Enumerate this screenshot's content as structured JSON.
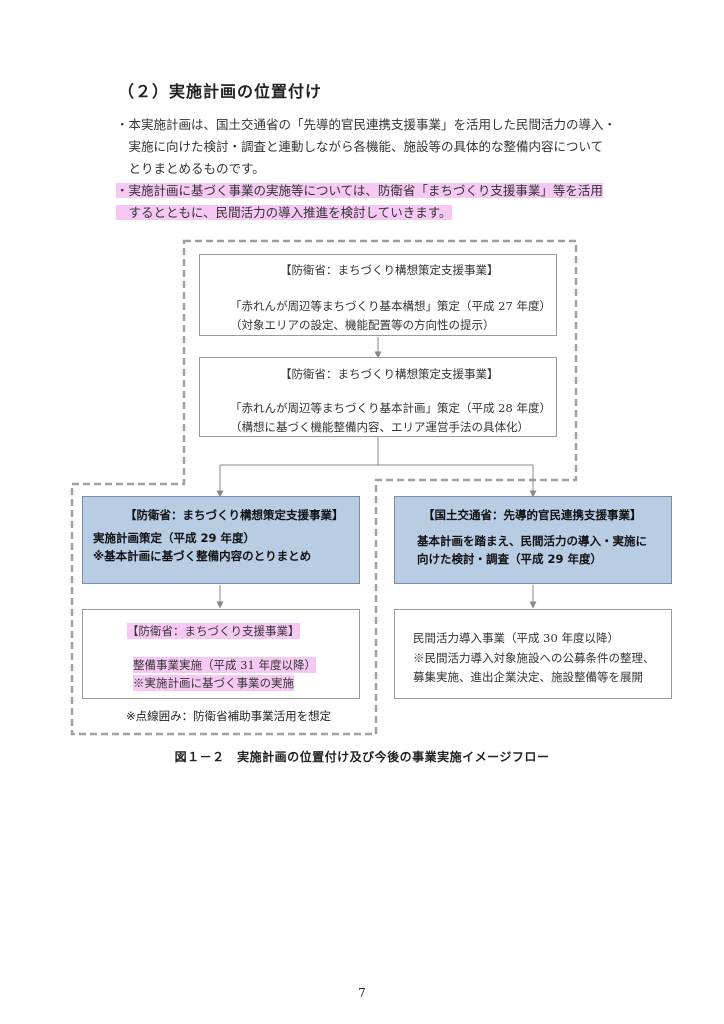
{
  "section_heading": "（２）実施計画の位置付け",
  "bullets": [
    {
      "lines": [
        "・本実施計画は、国土交通省の「先導的官民連携支援事業」を活用した民間活力の導入・",
        "　実施に向けた検討・調査と連動しながら各機能、施設等の具体的な整備内容について",
        "　とりまとめるものです。"
      ]
    },
    {
      "lines": [
        "・実施計画に基づく事業の実施等については、防衛省「まちづくり支援事業」等を活用",
        "　するとともに、民間活力の導入推進を検討していきます。"
      ]
    }
  ],
  "flow": {
    "box1": {
      "tag": "【防衛省：まちづくり構想策定支援事業】",
      "line1": "「赤れんが周辺等まちづくり基本構想」策定（平成 27 年度）",
      "line2": "（対象エリアの設定、機能配置等の方向性の提示）"
    },
    "box2": {
      "tag": "【防衛省：まちづくり構想策定支援事業】",
      "line1": "「赤れんが周辺等まちづくり基本計画」策定（平成 28 年度）",
      "line2": "（構想に基づく機能整備内容、エリア運営手法の具体化）"
    },
    "box3": {
      "tag": "【防衛省：まちづくり構想策定支援事業】",
      "line1": "実施計画策定（平成 29 年度）",
      "line2": "※基本計画に基づく整備内容のとりまとめ"
    },
    "box4": {
      "tag": "【国土交通省：先導的官民連携支援事業】",
      "line1": "基本計画を踏まえ、民間活力の導入・実施に",
      "line2": "向けた検討・調査（平成 29 年度）"
    },
    "box5": {
      "tag": "【防衛省：まちづくり支援事業】",
      "line1": "整備事業実施（平成 31 年度以降）",
      "line2": "※実施計画に基づく事業の実施"
    },
    "box6": {
      "line1": "民間活力導入事業（平成 30 年度以降）",
      "line2": "※民間活力導入対象施設への公募条件の整理、",
      "line3": "募集実施、進出企業決定、施設整備等を展開"
    },
    "dotted_note": "※点線囲み：防衛省補助事業活用を想定"
  },
  "caption": "図１－２　実施計画の位置付け及び今後の事業実施イメージフロー",
  "page_number": "7",
  "colors": {
    "highlight": "#f6c9f4",
    "blue_box": "#b8cce4",
    "dashed_border": "#a0a0a0",
    "arrow": "#888888"
  }
}
